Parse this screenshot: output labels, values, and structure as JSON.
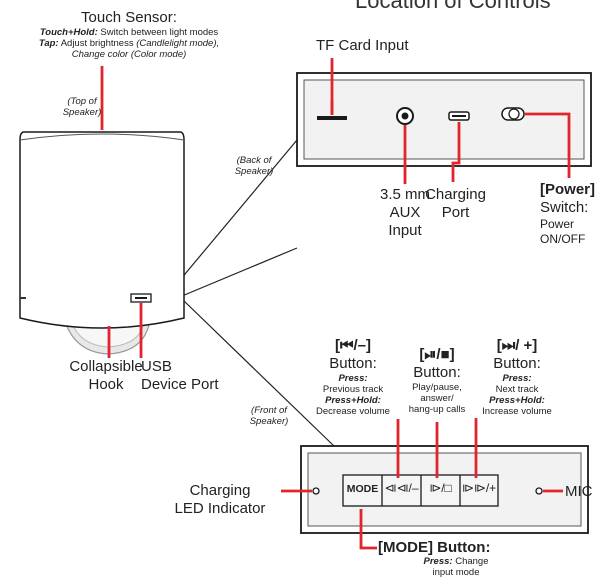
{
  "header": {
    "title": "Location of Controls"
  },
  "touch_sensor": {
    "title": "Touch Sensor:",
    "line1_bold": "Touch+Hold:",
    "line1_text": " Switch between light modes",
    "line2_bold": "Tap:",
    "line2_text": " Adjust brightness ",
    "line2_italic": "(Candlelight mode),",
    "line3_italic": "Change color (Color mode)"
  },
  "views": {
    "top": [
      "(Top of",
      "Speaker)"
    ],
    "back": [
      "(Back of",
      "Speaker)"
    ],
    "front": [
      "(Front of",
      "Speaker)"
    ]
  },
  "back_panel": {
    "tf_card": "TF Card Input",
    "aux": [
      "3.5 mm",
      "AUX",
      "Input"
    ],
    "charging": [
      "Charging",
      "Port"
    ],
    "power_bracket": "[Power]",
    "power": [
      "Switch:"
    ],
    "power_desc": [
      "Power",
      "ON/OFF"
    ]
  },
  "speaker": {
    "hook": [
      "Collapsible",
      "Hook"
    ],
    "usb": [
      "USB",
      "Device Port"
    ]
  },
  "front_panel": {
    "prev": {
      "symbol": "[⏮/–]",
      "title": "Button:",
      "press": "Press:",
      "press_text": "Previous track",
      "hold": "Press+Hold:",
      "hold_text": "Decrease volume"
    },
    "play": {
      "symbol": "[⏯/■]",
      "title": "Button:",
      "desc": [
        "Play/pause,",
        "answer/",
        "hang-up calls"
      ]
    },
    "next": {
      "symbol": "[⏭/ +]",
      "title": "Button:",
      "press": "Press:",
      "press_text": "Next track",
      "hold": "Press+Hold:",
      "hold_text": "Increase volume"
    },
    "buttons": [
      "MODE",
      "⧏⧏/–",
      "⧐/□",
      "⧐⧐/+"
    ],
    "charging_led": [
      "Charging",
      "LED Indicator"
    ],
    "mic": "MIC",
    "mode": {
      "title": "[MODE] Button:",
      "press": "Press:",
      "desc": [
        "Change",
        "input mode"
      ]
    }
  },
  "colors": {
    "callout": "#e0262c",
    "outline": "#1a1a1a",
    "panel_fill": "#f2f2f2"
  }
}
